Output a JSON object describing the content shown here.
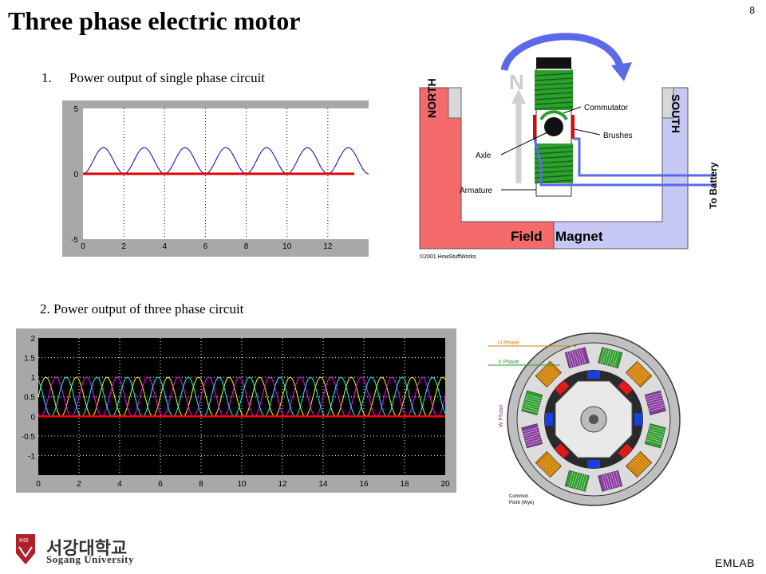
{
  "slide": {
    "title": "Three phase electric motor",
    "page_number": "8",
    "item1_number": "1.",
    "item1_text": "Power output of single phase circuit",
    "item2_text": "2. Power output of three phase circuit",
    "footer_lab": "EMLAB"
  },
  "logo": {
    "korean": "서강대학교",
    "english": "Sogang University",
    "badge_text": "IHS"
  },
  "colors": {
    "red_line": "#e00000",
    "sine_blue": "#0000cc",
    "plot_bg_gray": "#a8a8a8",
    "north_red": "#f56b6b",
    "south_blue": "#c8c8f4",
    "coil_green": "#2e9e2e",
    "arrow_blue": "#5a6ae8",
    "logo_red": "#b0222a"
  },
  "dc_motor": {
    "north": "NORTH",
    "south": "SOUTH",
    "n_letter": "N",
    "commutator": "Commutator",
    "brushes": "Brushes",
    "axle": "Axle",
    "armature": "Armature",
    "to_battery": "To Battery",
    "field": "Field",
    "magnet": "Magnet",
    "copyright": "©2001 HowStuffWorks"
  },
  "stator": {
    "u_phase": "U Phase",
    "v_phase": "V Phase",
    "w_phase": "W Phase",
    "common_1": "Common",
    "common_2": "Point (Wye)"
  },
  "chart_data": [
    {
      "type": "line",
      "title": "",
      "xlim": [
        0,
        14
      ],
      "ylim": [
        -5,
        5
      ],
      "xticks": [
        "0",
        "2",
        "4",
        "6",
        "8",
        "10",
        "12"
      ],
      "yticks": [
        "5",
        "0",
        "-5"
      ],
      "grid": "dotted vertical",
      "series": [
        {
          "color": "#0000cc",
          "function": "1 - cos(2*pi*x/2)",
          "x_range": [
            0,
            14
          ]
        },
        {
          "color": "#e00000",
          "constant": 0,
          "x_range": [
            0,
            13.3
          ]
        }
      ]
    },
    {
      "type": "line",
      "title": "",
      "xlim": [
        0,
        20
      ],
      "ylim": [
        -1.5,
        2
      ],
      "xticks": [
        "0",
        "2",
        "4",
        "6",
        "8",
        "10",
        "12",
        "14",
        "16",
        "18",
        "20"
      ],
      "yticks": [
        "2",
        "1.5",
        "1",
        "0.5",
        "0",
        "-0.5",
        "-1"
      ],
      "grid": "dotted",
      "series": [
        {
          "color": "#ffff00",
          "amplitude": 0.5,
          "offset": 0.5,
          "period": 1.5,
          "phase_deg": 0
        },
        {
          "color": "#ff00ff",
          "amplitude": 0.5,
          "offset": 0.5,
          "period": 1.5,
          "phase_deg": 120
        },
        {
          "color": "#00ffff",
          "amplitude": 0.5,
          "offset": 0.5,
          "period": 1.5,
          "phase_deg": 240
        },
        {
          "color": "#ff0000",
          "constant": 0
        }
      ]
    }
  ]
}
